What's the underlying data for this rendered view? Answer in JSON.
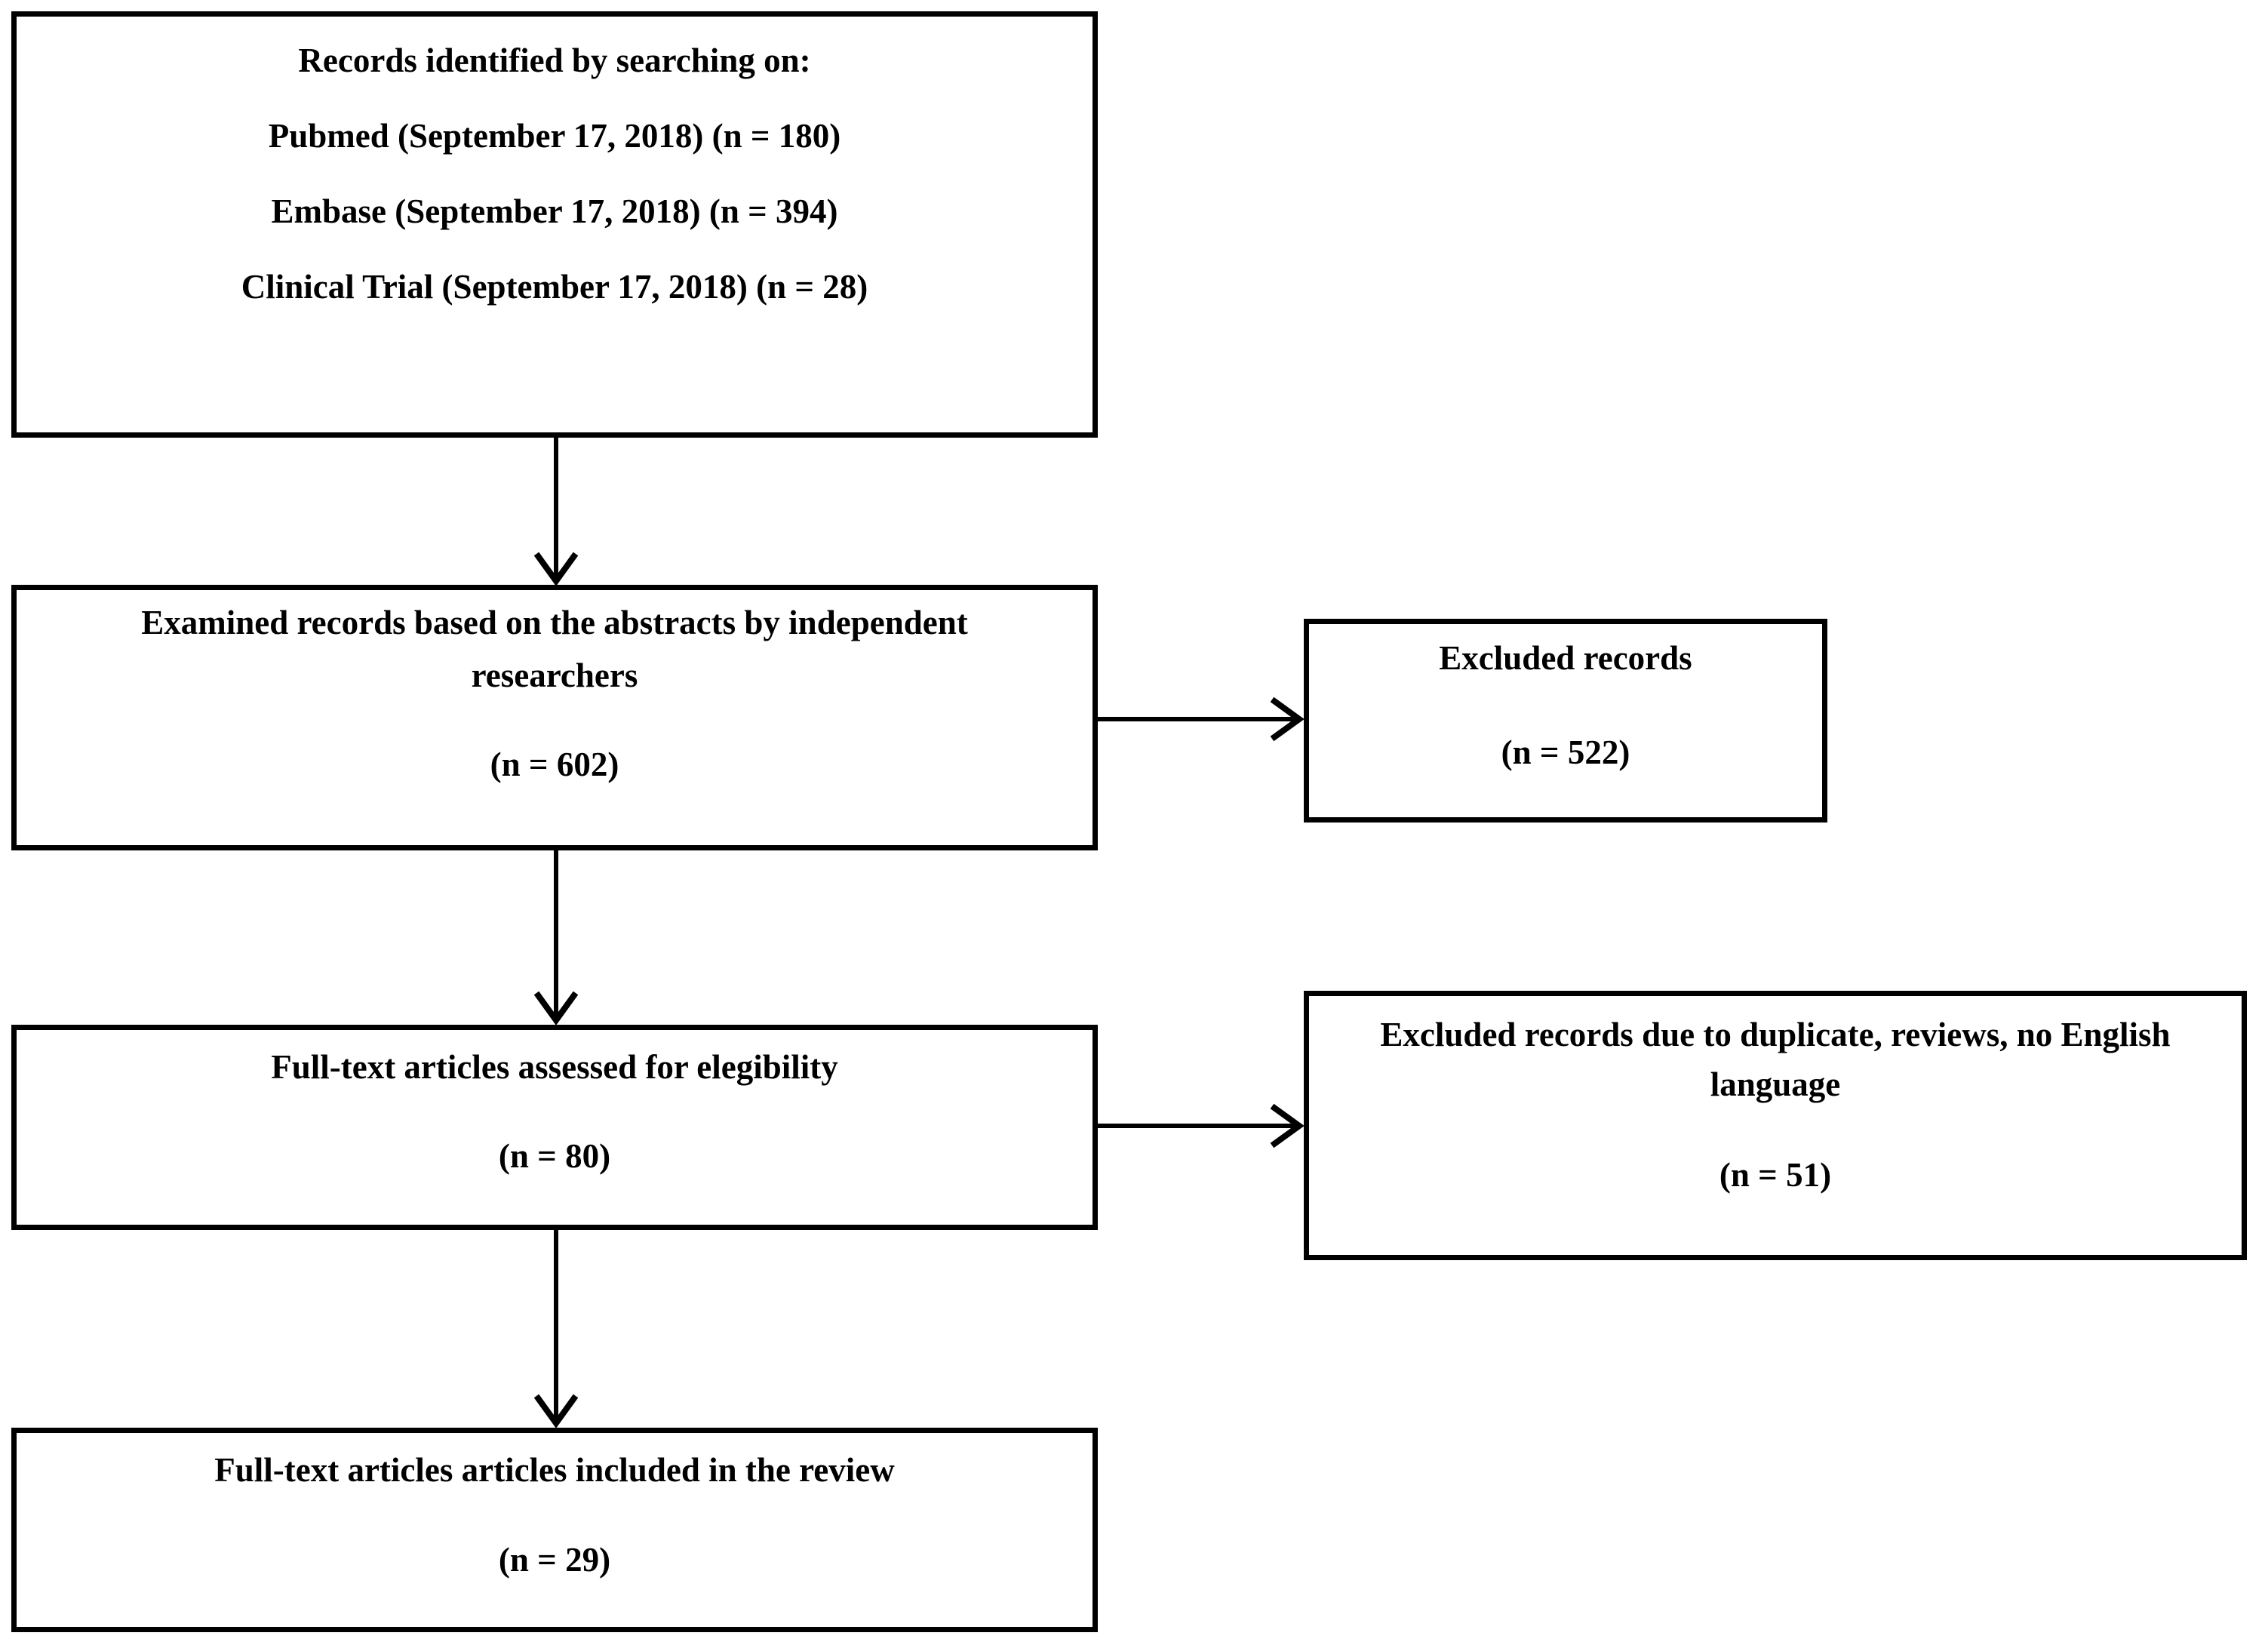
{
  "diagram": {
    "background": "#ffffff",
    "line_color": "#000000",
    "text_color": "#000000",
    "nodes": {
      "identification": {
        "title": "Records identified by searching on:",
        "sources": [
          "Pubmed (September 17, 2018) (n = 180)",
          "Embase (September 17, 2018) (n = 394)",
          "Clinical Trial (September 17, 2018) (n = 28)"
        ]
      },
      "screening": {
        "text_line1": "Examined records based on the abstracts by independent",
        "text_line2": "researchers",
        "count": "(n = 602)"
      },
      "excluded_records": {
        "text_line1": "Excluded records",
        "count": "(n = 522)"
      },
      "eligibility": {
        "text_line1": "Full-text articles assessed for elegibility",
        "count": "(n = 80)"
      },
      "excluded_duplicates": {
        "text_line1": "Excluded records due to duplicate, reviews, no English",
        "text_line2": "language",
        "count": "(n = 51)"
      },
      "included": {
        "text_line1": "Full-text articles articles included in the review",
        "count": "(n = 29)"
      }
    }
  }
}
